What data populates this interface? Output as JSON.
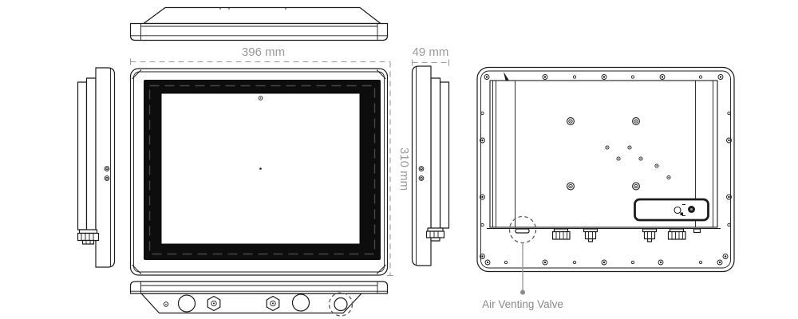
{
  "drawing": {
    "colors": {
      "bg": "#ffffff",
      "line": "#1c1c1c",
      "dim": "#9a9a9a",
      "label": "#8a8a8a",
      "frame": "#0d0d0d"
    },
    "dimensions": {
      "width": "396 mm",
      "height": "310 mm",
      "depth": "49 mm"
    },
    "callouts": {
      "air_vent": "Air Venting Valve"
    }
  }
}
